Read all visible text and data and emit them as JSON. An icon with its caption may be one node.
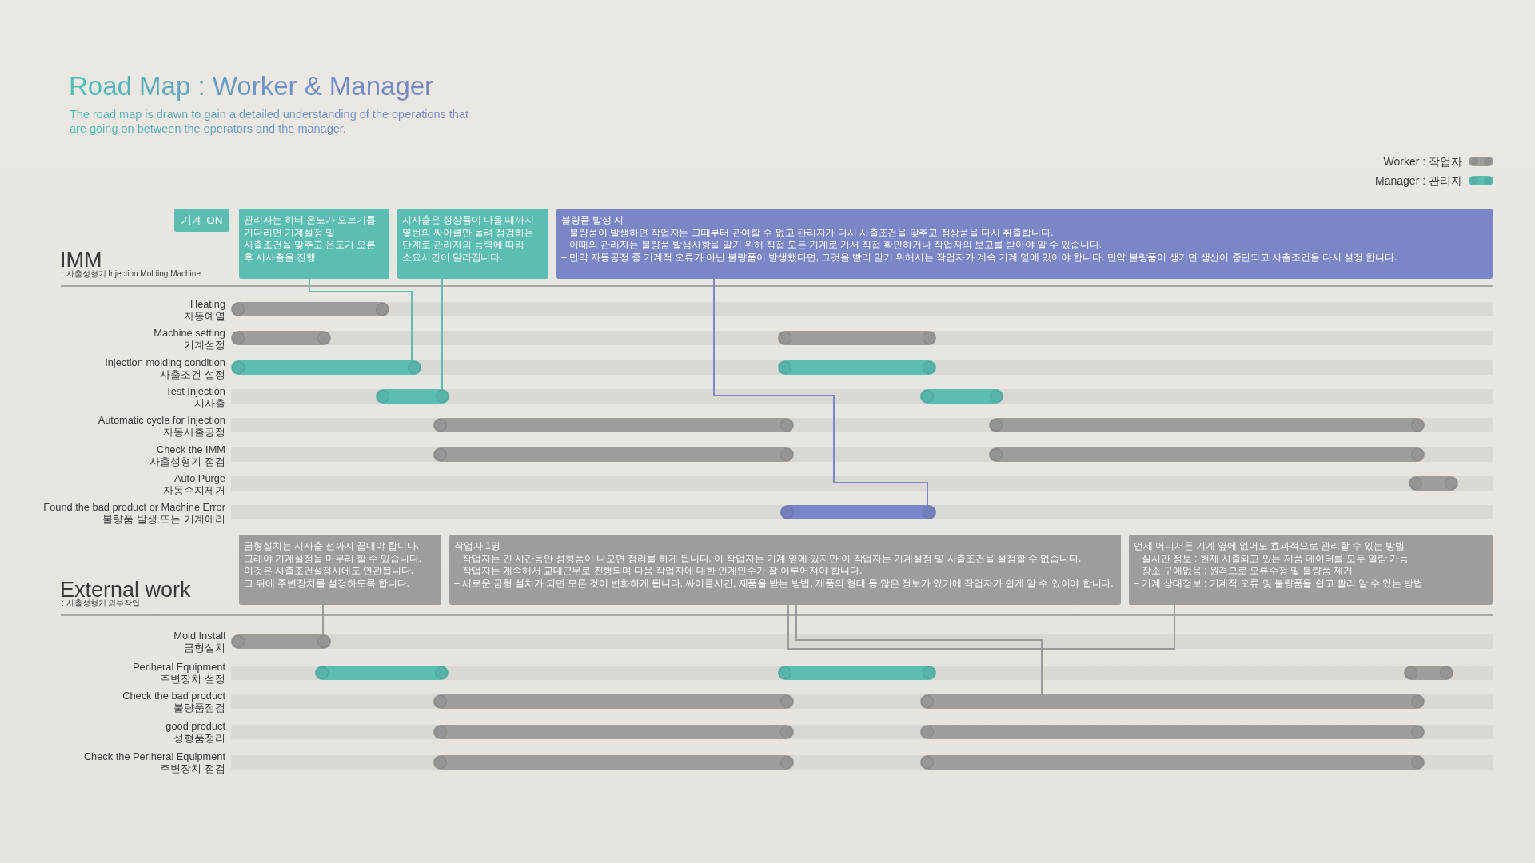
{
  "diagram": {
    "title": "Road Map : Worker & Manager",
    "nodes": [
      {
        "text": [
          "기계 ON"
        ]
      },
      {
        "text": [
          "관리자는 히터 온도가 오르기를 기다리면 기계설정 및 사출조건을 맞추고 온도가 오른 후 시사출을 진행."
        ]
      },
      {
        "text": [
          "시사출은 정상품이 나올 때까지 몇번의 싸이클만 돌려 점검하는 단계로 관리자의 능력에 따라 소요시간이 달라집니다."
        ]
      },
      {
        "text": [
          "불량품 발생 시",
          "– 불량품이 발생하면 작업자는 그때부터 관여할 수 없고 관리자가 다시 사출조건을 맞추고 정상품을 다시 취출합니다.",
          "– 이때의 관리자는 불량품 발생사항을 알기 위해 직접 모든 기계로 가서 직접 확인하거나 작업자의 보고를 받아야 알 수 있습니다.",
          "– 만약 자동공정 중 기계적 오류가 아닌 불량품이 발생했다면, 그것을 빨리 알기 위해서는 작업자가 계속 기계 옆에 있어야 합니다. 만약 불량품이 생기면 생산이 중단되고 사출조건을 다시 설정 합니다."
        ]
      },
      {
        "text": [],
        "shape": "bar"
      },
      {
        "text": [],
        "shape": "bar"
      },
      {
        "text": [],
        "shape": "bar"
      },
      {
        "text": [],
        "shape": "bar"
      },
      {
        "text": [],
        "shape": "bar"
      },
      {
        "text": [],
        "shape": "bar"
      },
      {
        "text": [],
        "shape": "bar"
      },
      {
        "text": [],
        "shape": "bar"
      },
      {
        "text": [],
        "shape": "bar"
      },
      {
        "text": [],
        "shape": "bar"
      },
      {
        "text": [],
        "shape": "bar"
      },
      {
        "text": [],
        "shape": "bar"
      },
      {
        "text": [],
        "shape": "bar"
      },
      {
        "text": [
          "금형설치는 시사출 전까지 끝내야 합니다.",
          "그래야 기계설정을 마무리 할 수 있습니다.",
          "이것은 사출조건설정시에도 연관됩니다.",
          "그 뒤에 주변장치를 설정하도록 합니다."
        ]
      },
      {
        "text": [
          "작업자 1명",
          "– 작업자는 긴 시간동안 성형품이 나오면 정리를 하게 됩니다. 이 작업자는 기계 옆에 있지만 이 작업자는 기계설정 및 사출조건을 설정할 수 없습니다.",
          "– 작업자는 계속해서 교대근무로 진행되며 다음 작업자에 대한 인계인수가 잘 이루어져야 합니다.",
          "– 새로운 금형 설치가 되면 모든 것이 변화하게 됩니다. 싸이클시간, 제품을 받는 방법, 제품의 형태 등 많은 정보가 있기에 작업자가 쉽게 알 수 있어야 합니다."
        ]
      },
      {
        "text": [
          "언제 어디서든 기계 옆에 없어도 효과적으로 관리할 수 있는 방법",
          "– 실시간 정보 : 현재 사출되고 있는 제품 데이터를 모두 열람 가능",
          "– 장소 구애없음 : 원격으로 오류수정 및 불량품 제거",
          "– 기계 상태정보 : 기계적 오류 및 불량품을 쉽고 빨리 알 수 있는 방법"
        ]
      },
      {
        "text": [],
        "shape": "bar"
      },
      {
        "text": [],
        "shape": "bar"
      },
      {
        "text": [],
        "shape": "bar"
      },
      {
        "text": [],
        "shape": "bar"
      },
      {
        "text": [],
        "shape": "bar"
      },
      {
        "text": [],
        "shape": "bar"
      },
      {
        "text": [],
        "shape": "bar"
      },
      {
        "text": [],
        "shape": "bar"
      },
      {
        "text": [],
        "shape": "bar"
      },
      {
        "text": [],
        "shape": "bar"
      }
    ],
    "edges": [
      {
        "from": 1,
        "to": 7,
        "arrow": "none",
        "color": "#5cbdb3"
      },
      {
        "from": 2,
        "to": 9,
        "arrow": "none",
        "color": "#5cbdb3"
      },
      {
        "from": 3,
        "to": 16,
        "arrow": "none",
        "color": "#7a86c6"
      },
      {
        "from": 17,
        "to": 20,
        "arrow": "none"
      },
      {
        "from": 18,
        "to": 25,
        "arrow": "none"
      },
      {
        "from": 19,
        "to": 18,
        "arrow": "none"
      }
    ],
    "labels": [
      "The road map is drawn to gain a detailed understanding of the operations that are going on between the operators and the manager.",
      "IMM",
      ": 사출성형기 Injection Molding Machine",
      "Heating",
      "자동예열",
      "Machine setting",
      "기계설정",
      "Injection molding condition",
      "사출조건 설정",
      "Test Injection",
      "시사출",
      "Automatic cycle for Injection",
      "자동사출공정",
      "Check the IMM",
      "사출성형기 점검",
      "Auto Purge",
      "자동수지제거",
      "Found the bad product or Machine Error",
      "불량품 발생 또는 기계에러",
      "External work",
      ": 사출성형기 외부작업",
      "Mold Install",
      "금형설치",
      "Periheral Equipment",
      "주변장치 설정",
      "Check the bad product",
      "불량품점검",
      "good product",
      "성형품정리",
      "Check the Periheral Equipment",
      "주변장치 점검"
    ],
    "legend": [
      {
        "text": "Worker : 작업자",
        "color": "#9d9d9d"
      },
      {
        "text": "Manager : 관리자",
        "color": "#5cbdb3"
      }
    ]
  }
}
